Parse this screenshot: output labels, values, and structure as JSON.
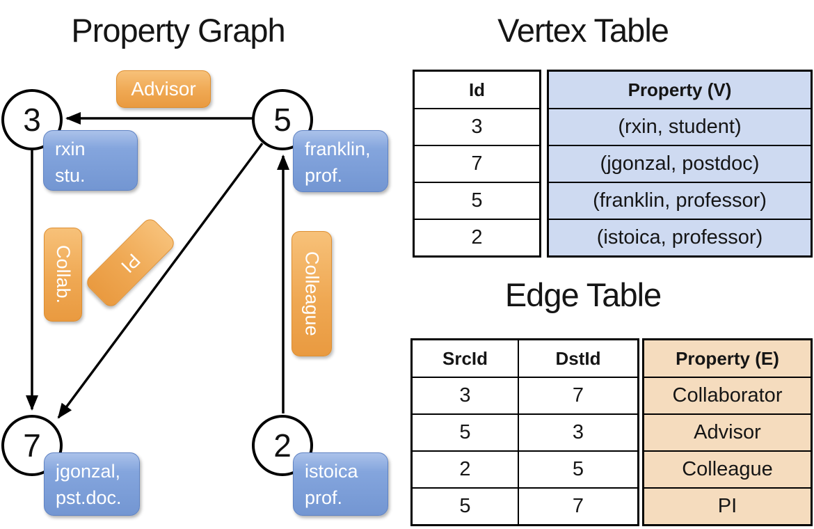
{
  "graph": {
    "title": "Property Graph",
    "nodes": [
      {
        "id": "3",
        "line1": "rxin",
        "line2": "stu."
      },
      {
        "id": "5",
        "line1": "franklin,",
        "line2": "prof."
      },
      {
        "id": "7",
        "line1": "jgonzal,",
        "line2": "pst.doc."
      },
      {
        "id": "2",
        "line1": "istoica",
        "line2": "prof."
      }
    ],
    "edge_labels": {
      "advisor": "Advisor",
      "collab": "Collab.",
      "pi": "PI",
      "colleague": "Colleague"
    }
  },
  "vertex_table": {
    "title": "Vertex Table",
    "columns": [
      "Id",
      "Property (V)"
    ],
    "rows": [
      [
        "3",
        "(rxin, student)"
      ],
      [
        "7",
        "(jgonzal, postdoc)"
      ],
      [
        "5",
        "(franklin, professor)"
      ],
      [
        "2",
        "(istoica, professor)"
      ]
    ]
  },
  "edge_table": {
    "title": "Edge Table",
    "columns": [
      "SrcId",
      "DstId",
      "Property (E)"
    ],
    "rows": [
      [
        "3",
        "7",
        "Collaborator"
      ],
      [
        "5",
        "3",
        "Advisor"
      ],
      [
        "2",
        "5",
        "Colleague"
      ],
      [
        "5",
        "7",
        "PI"
      ]
    ]
  },
  "colors": {
    "edge_label_orange_top": "#f7c179",
    "edge_label_orange_bottom": "#e99a40",
    "vertex_box_blue_top": "#abc2ea",
    "vertex_box_blue_bottom": "#7396d2",
    "vertex_property_fill": "#cedaf1",
    "edge_property_fill": "#f5dcbe",
    "line_color": "#000000"
  }
}
